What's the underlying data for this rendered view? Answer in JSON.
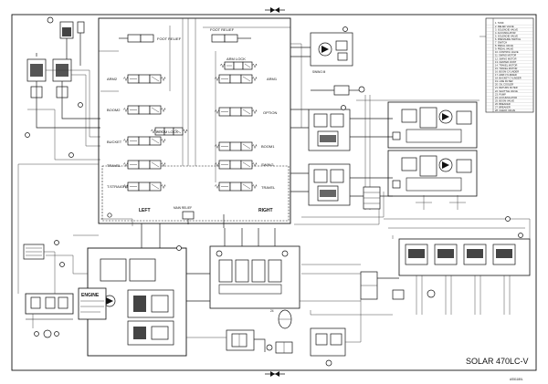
{
  "title_block": {
    "model": "SOLAR 470LC-V",
    "drawing_number": "AS51180L"
  },
  "labels": {
    "left": "LEFT",
    "right": "RIGHT",
    "engine": "ENGINE",
    "foot_relief_1": "FOOT RELIEF",
    "foot_relief_2": "FOOT RELIEF",
    "arm_lock": "ARM LOCK",
    "boom_lock": "BOOM LOCK",
    "option": "OPTION",
    "boom1": "BOOM1",
    "swing": "SWING",
    "travel_l": "TRAVEL",
    "travel_r": "TRAVEL",
    "arm2": "ARM2",
    "arm1": "ARM1",
    "boom2": "BOOM2",
    "bucket": "BUCKET",
    "travel_straight": "T.STRAIGHT",
    "main_relief": "MAIN RELIEF",
    "swing_motor": "SWING M"
  },
  "legend": {
    "items": [
      "1. TANK",
      "2. RELIEF VALVE",
      "3. SOLENOID VALVE",
      "4. ACCUMULATOR",
      "5. SOLENOID VALVE",
      "6. PRESSURE SWITCH",
      "7. SWITCH",
      "8. PEDAL VALVE",
      "9. PEDAL VALVE",
      "10. CONTROL VALVE",
      "11. SWING MOTOR",
      "12. SWING MOTOR",
      "13. CENTER JOINT",
      "14. TRAVEL MOTOR",
      "15. TRAVEL MOTOR",
      "16. BOOM CYLINDER",
      "17. ARM CYLINDER",
      "18. BUCKET CYLINDER",
      "19. LINE FILTER",
      "20. OIL COOLER",
      "21. RETURN FILTER",
      "22. SHUTTLE VALVE",
      "23. PUMP",
      "24. ACCUMULATOR",
      "25. BOOM VALVE",
      "26. BREAKER",
      "27. BREAKER",
      "28. CHECK VALVE"
    ]
  }
}
